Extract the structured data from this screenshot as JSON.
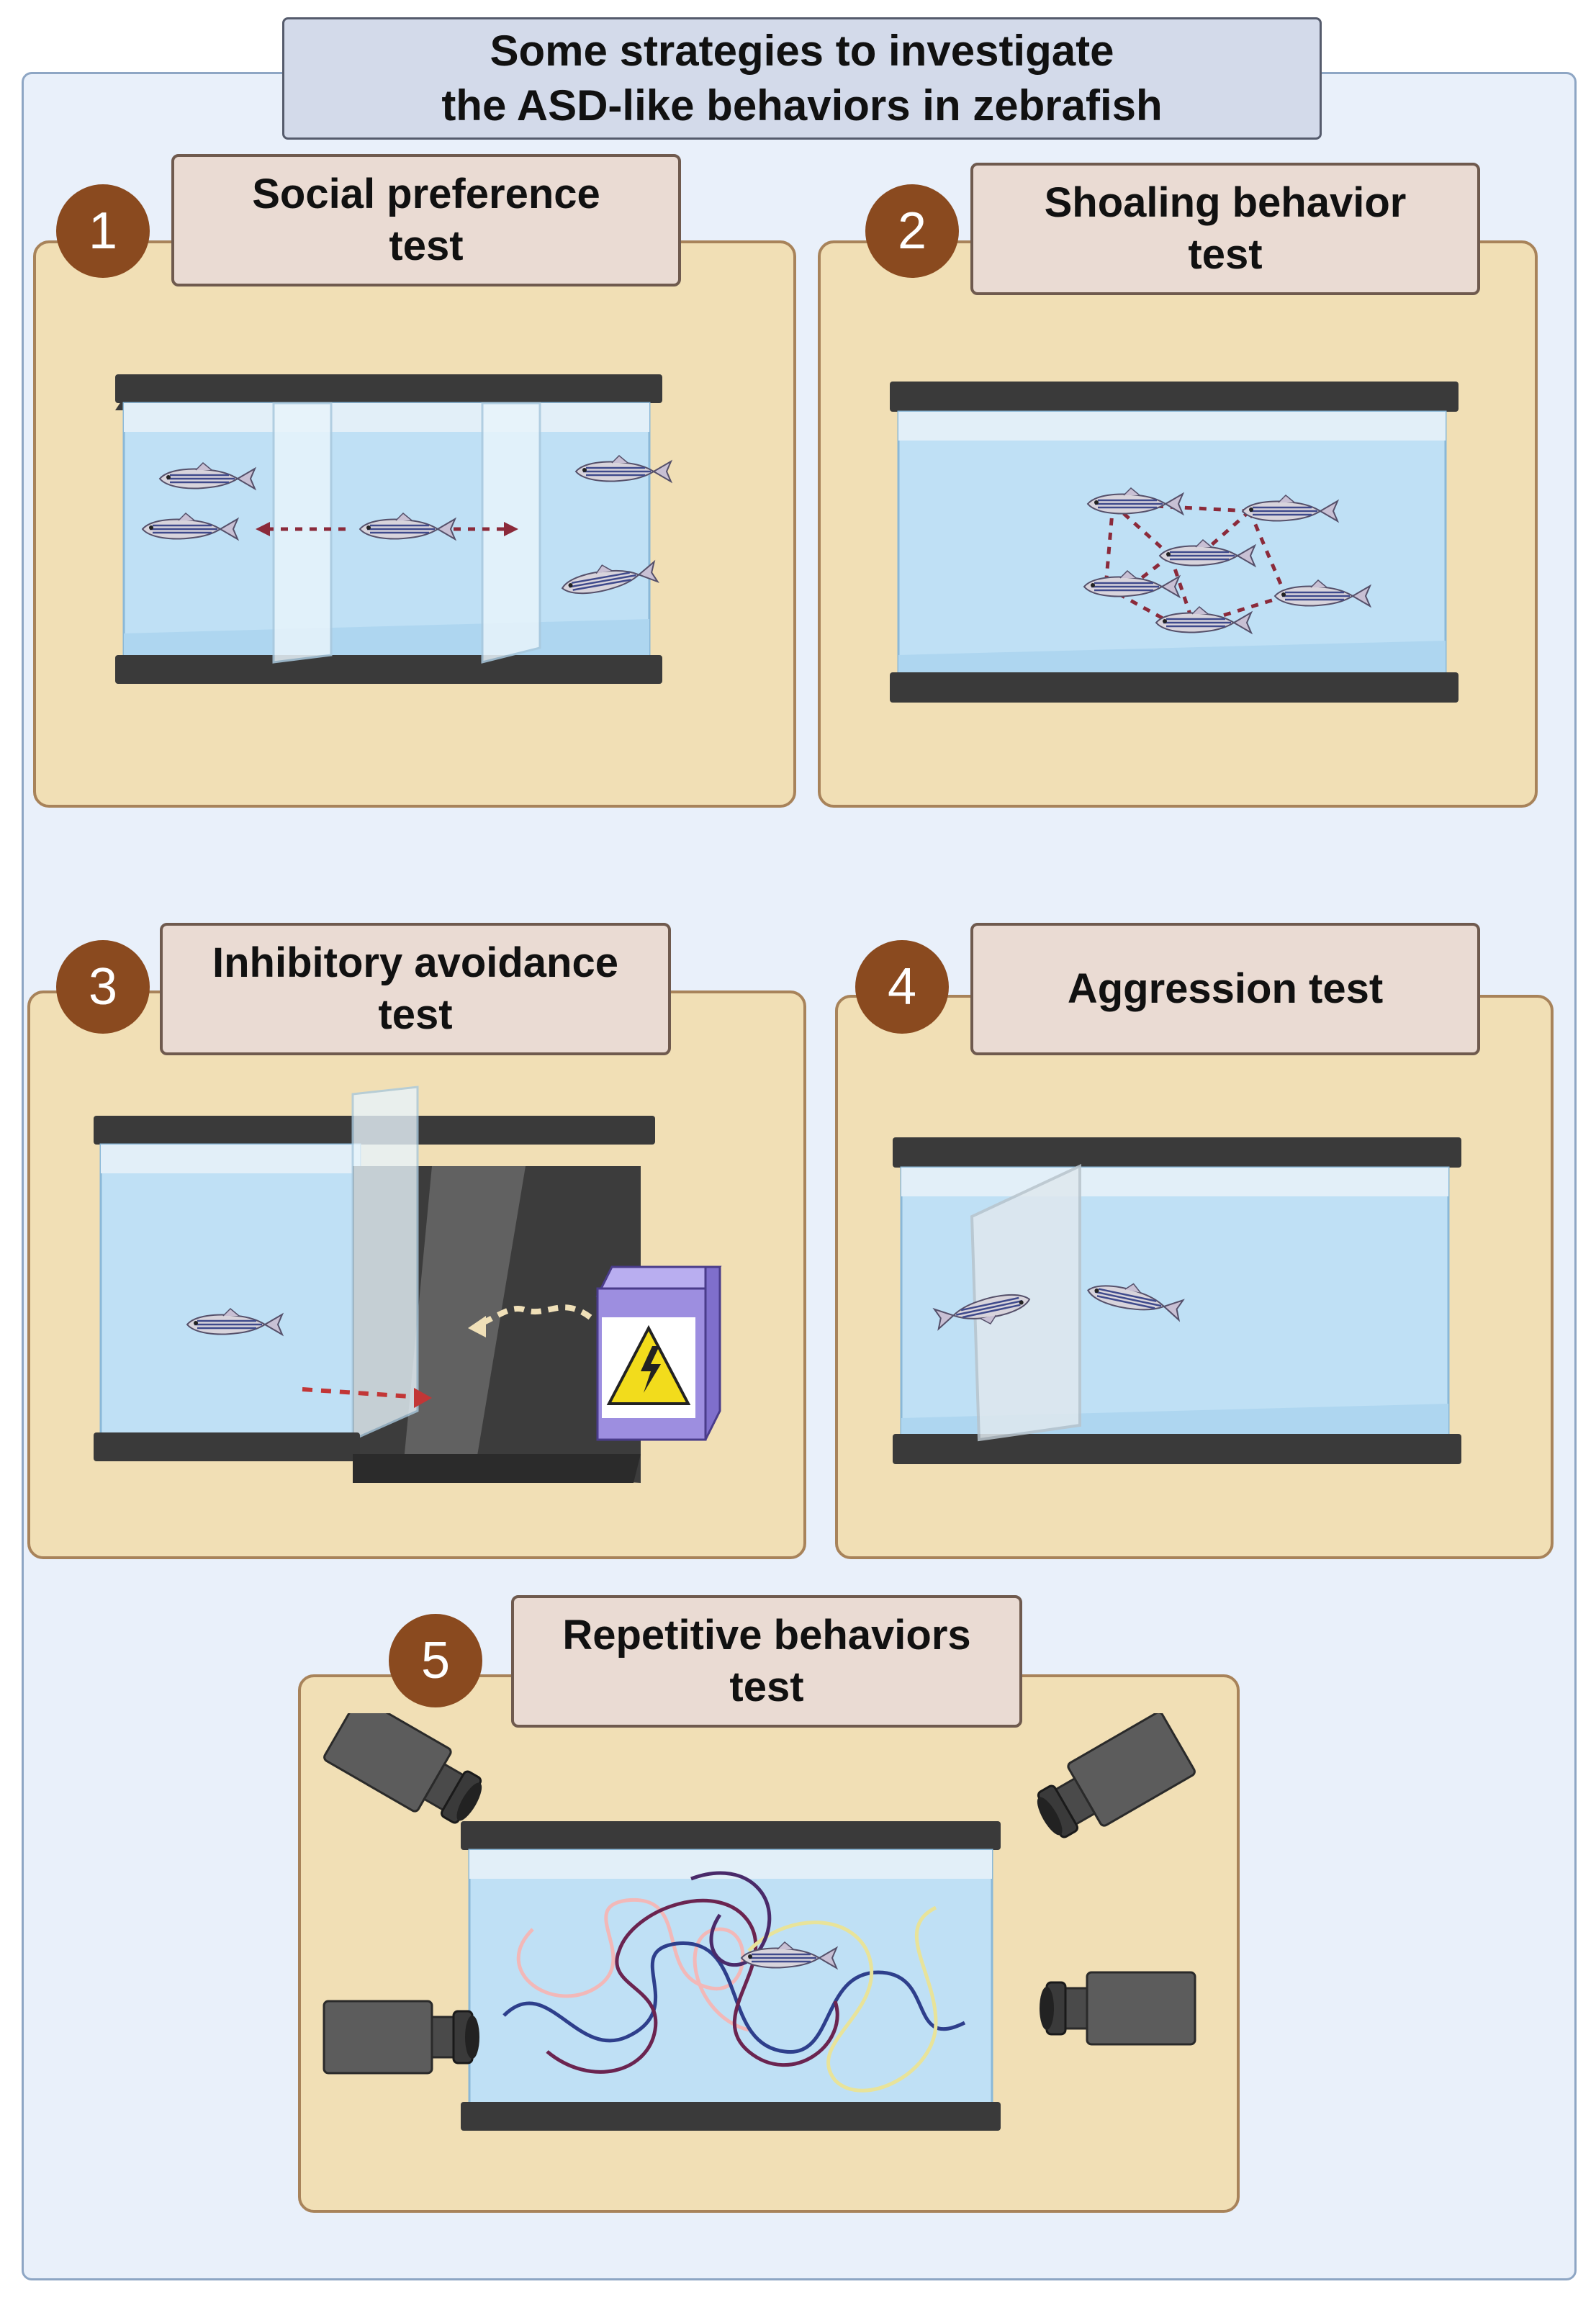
{
  "title": {
    "line1": "Some strategies to investigate",
    "line2": "the ASD-like behaviors in zebrafish"
  },
  "panels": [
    {
      "number": "1",
      "line1": "Social preference",
      "line2": "test"
    },
    {
      "number": "2",
      "line1": "Shoaling behavior",
      "line2": "test"
    },
    {
      "number": "3",
      "line1": "Inhibitory avoidance",
      "line2": "test"
    },
    {
      "number": "4",
      "line1": "Aggression test",
      "line2": ""
    },
    {
      "number": "5",
      "line1": "Repetitive behaviors",
      "line2": "test"
    }
  ],
  "colors": {
    "panel_fill": "#f1dfb5",
    "panel_border": "#a8835a",
    "label_fill": "#eadbd3",
    "number_badge": "#8a4a1f",
    "background": "#e9f0fa",
    "water": "#bfe0f5",
    "tank_frame": "#3a3a3a",
    "path_dash": "#8b2a3a",
    "warning": "#f2dc1c",
    "shock_box": "#9d8ee0"
  },
  "icons": [
    "zebrafish-icon",
    "tank-icon",
    "camera-icon",
    "lightning-warning-icon",
    "mirror-icon",
    "divider-icon"
  ]
}
